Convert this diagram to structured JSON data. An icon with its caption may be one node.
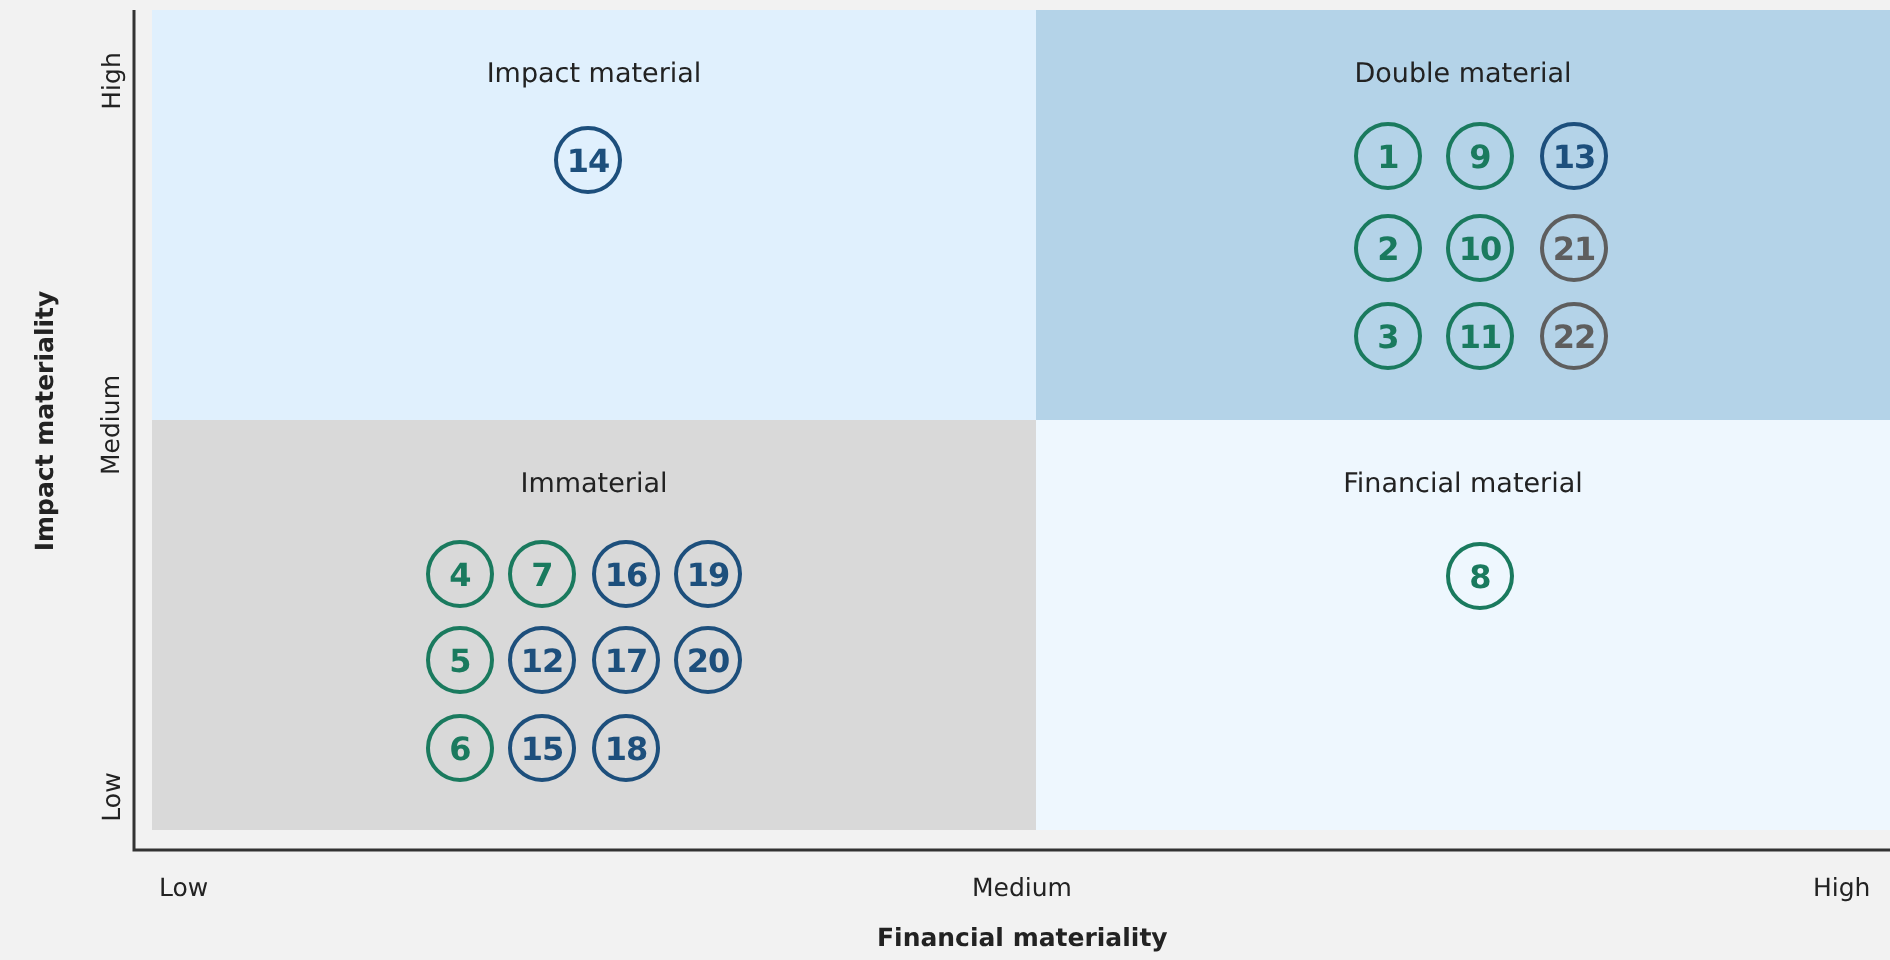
{
  "diagram": {
    "nodes": [
      {
        "text": [
          "Impact material"
        ]
      },
      {
        "text": [
          "14"
        ],
        "in": 0
      },
      {
        "text": [
          "Double material"
        ]
      },
      {
        "text": [
          "1"
        ],
        "in": 2
      },
      {
        "text": [
          "9"
        ],
        "in": 2
      },
      {
        "text": [
          "13"
        ],
        "in": 2
      },
      {
        "text": [
          "2"
        ],
        "in": 2
      },
      {
        "text": [
          "10"
        ],
        "in": 2
      },
      {
        "text": [
          "21"
        ],
        "in": 2
      },
      {
        "text": [
          "3"
        ],
        "in": 2
      },
      {
        "text": [
          "11"
        ],
        "in": 2
      },
      {
        "text": [
          "22"
        ],
        "in": 2
      },
      {
        "text": [
          "Immaterial"
        ]
      },
      {
        "text": [
          "4"
        ],
        "in": 12
      },
      {
        "text": [
          "7"
        ],
        "in": 12
      },
      {
        "text": [
          "16"
        ],
        "in": 12
      },
      {
        "text": [
          "19"
        ],
        "in": 12
      },
      {
        "text": [
          "5"
        ],
        "in": 12
      },
      {
        "text": [
          "12"
        ],
        "in": 12
      },
      {
        "text": [
          "17"
        ],
        "in": 12
      },
      {
        "text": [
          "20"
        ],
        "in": 12
      },
      {
        "text": [
          "6"
        ],
        "in": 12
      },
      {
        "text": [
          "15"
        ],
        "in": 12
      },
      {
        "text": [
          "18"
        ],
        "in": 12
      },
      {
        "text": [
          "Financial material"
        ]
      },
      {
        "text": [
          "8"
        ],
        "in": 24
      }
    ],
    "labels": [
      "High",
      "Medium",
      "Low",
      "Impact materiality",
      "Low",
      "Medium",
      "High",
      "Financial materiality"
    ]
  }
}
